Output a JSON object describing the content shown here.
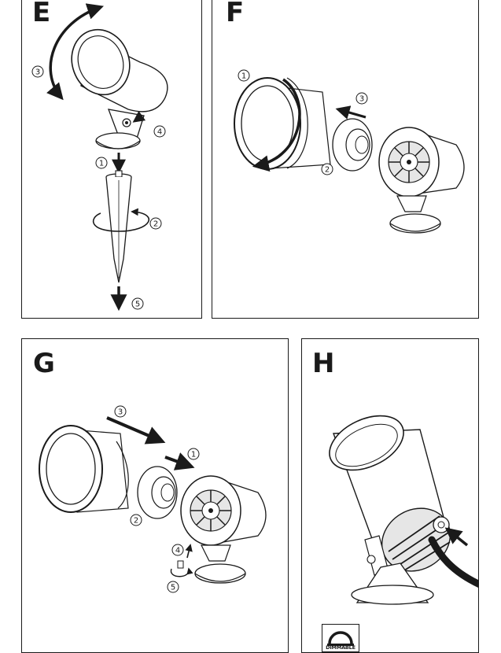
{
  "panels": {
    "e": {
      "letter": "E",
      "steps": [
        "3",
        "4",
        "1",
        "2",
        "5"
      ]
    },
    "f": {
      "letter": "F",
      "steps": [
        "1",
        "3",
        "2"
      ]
    },
    "g": {
      "letter": "G",
      "steps": [
        "3",
        "1",
        "2",
        "4",
        "5"
      ]
    },
    "h": {
      "letter": "H"
    }
  },
  "dimmable_badge": {
    "label": "DIMMABLE"
  },
  "colors": {
    "line": "#1a1a1a",
    "fill_light": "#ffffff",
    "shade": "#d9d9d9"
  }
}
